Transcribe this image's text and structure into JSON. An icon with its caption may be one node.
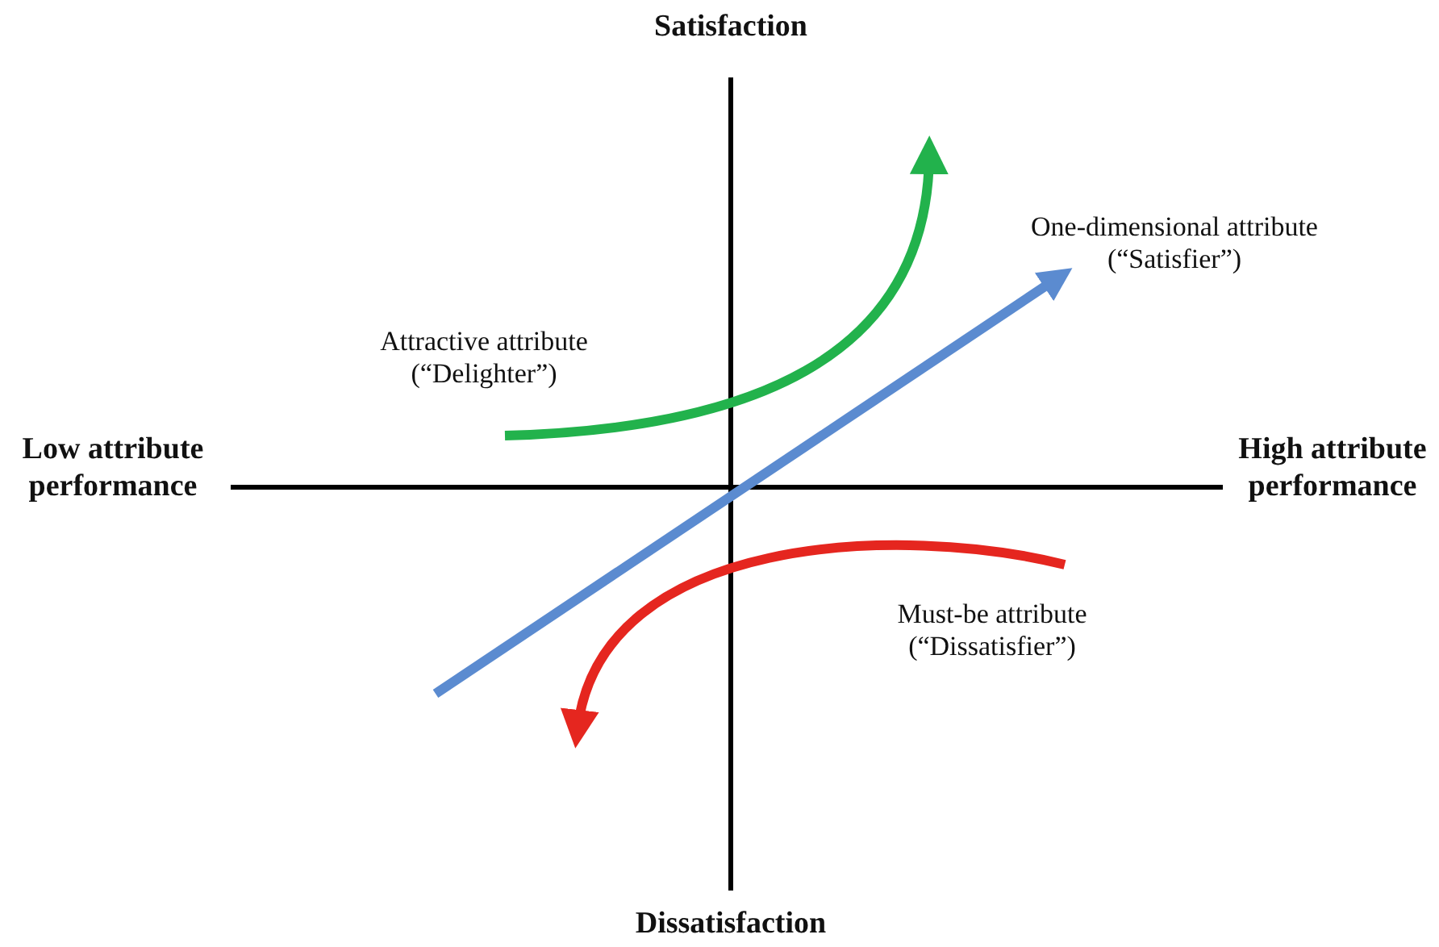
{
  "diagram": {
    "labels": [
      "Satisfaction",
      "One-dimensional attribute (“Satisfier”)",
      "Attractive attribute (“Delighter”)",
      "Low attribute performance",
      "High attribute performance",
      "Must-be attribute (“Dissatisfier”)",
      "Dissatisfaction"
    ]
  }
}
